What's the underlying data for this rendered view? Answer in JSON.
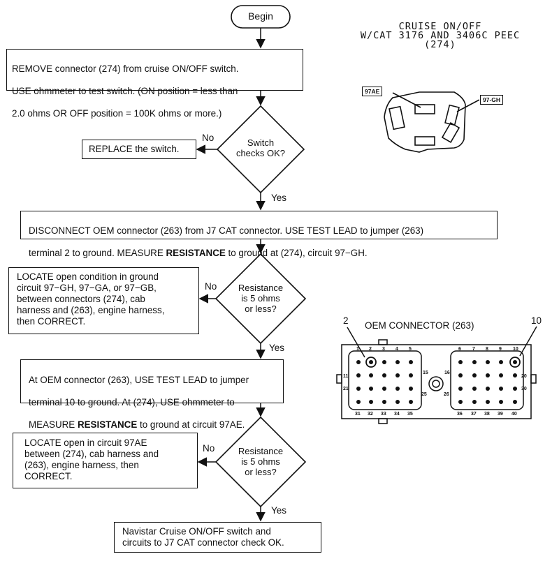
{
  "flowchart": {
    "begin": "Begin",
    "step1": [
      "REMOVE connector (274) from cruise ON/OFF switch.",
      "USE ohmmeter to test switch. (ON position = less than",
      "2.0 ohms OR OFF position = 100K ohms or more.)"
    ],
    "decision1": "Switch\nchecks OK?",
    "no1_action": "REPLACE the switch.",
    "step2": [
      "DISCONNECT OEM connector (263) from J7 CAT connector. USE TEST LEAD to jumper (263)",
      "terminal 2 to ground. MEASURE ",
      "RESISTANCE",
      " to ground at (274), circuit 97−GH."
    ],
    "decision2": "Resistance\nis 5 ohms\nor less?",
    "no2_action": "LOCATE open condition in ground\ncircuit 97−GH, 97−GA, or 97−GB,\nbetween connectors (274), cab\nharness and (263), engine harness,\nthen CORRECT.",
    "step3": [
      "At OEM connector (263), USE TEST LEAD to jumper",
      "terminal 10 to ground. At (274), USE ohmmeter to",
      "MEASURE ",
      "RESISTANCE",
      " to ground at circuit 97AE."
    ],
    "decision3": "Resistance\nis 5 ohms\nor less?",
    "no3_action": "LOCATE open in circuit 97AE\nbetween (274), cab harness and\n(263), engine harness, then\nCORRECT.",
    "end": "Navistar Cruise ON/OFF switch and\ncircuits to J7 CAT connector check OK.",
    "yes_label": "Yes",
    "no_label": "No"
  },
  "switch_connector": {
    "title": "CRUISE ON/OFF\nW/CAT 3176 AND 3406C PEEC\n(274)",
    "tag_left": "97AE",
    "tag_right": "97-GH"
  },
  "oem_connector": {
    "title": "OEM CONNECTOR (263)",
    "callout_left": "2",
    "callout_right": "10",
    "pin_labels_top_left": [
      "1",
      "2",
      "3",
      "4",
      "5"
    ],
    "pin_labels_top_right": [
      "6",
      "7",
      "8",
      "9",
      "10"
    ],
    "pin_labels_bottom_left": [
      "31",
      "32",
      "33",
      "34",
      "35"
    ],
    "pin_labels_bottom_right": [
      "36",
      "37",
      "38",
      "39",
      "40"
    ],
    "pin_labels_left_side": [
      "11",
      "21"
    ],
    "pin_labels_right_side": [
      "20",
      "30"
    ],
    "pin_labels_center": [
      "15",
      "16",
      "25",
      "26"
    ]
  }
}
